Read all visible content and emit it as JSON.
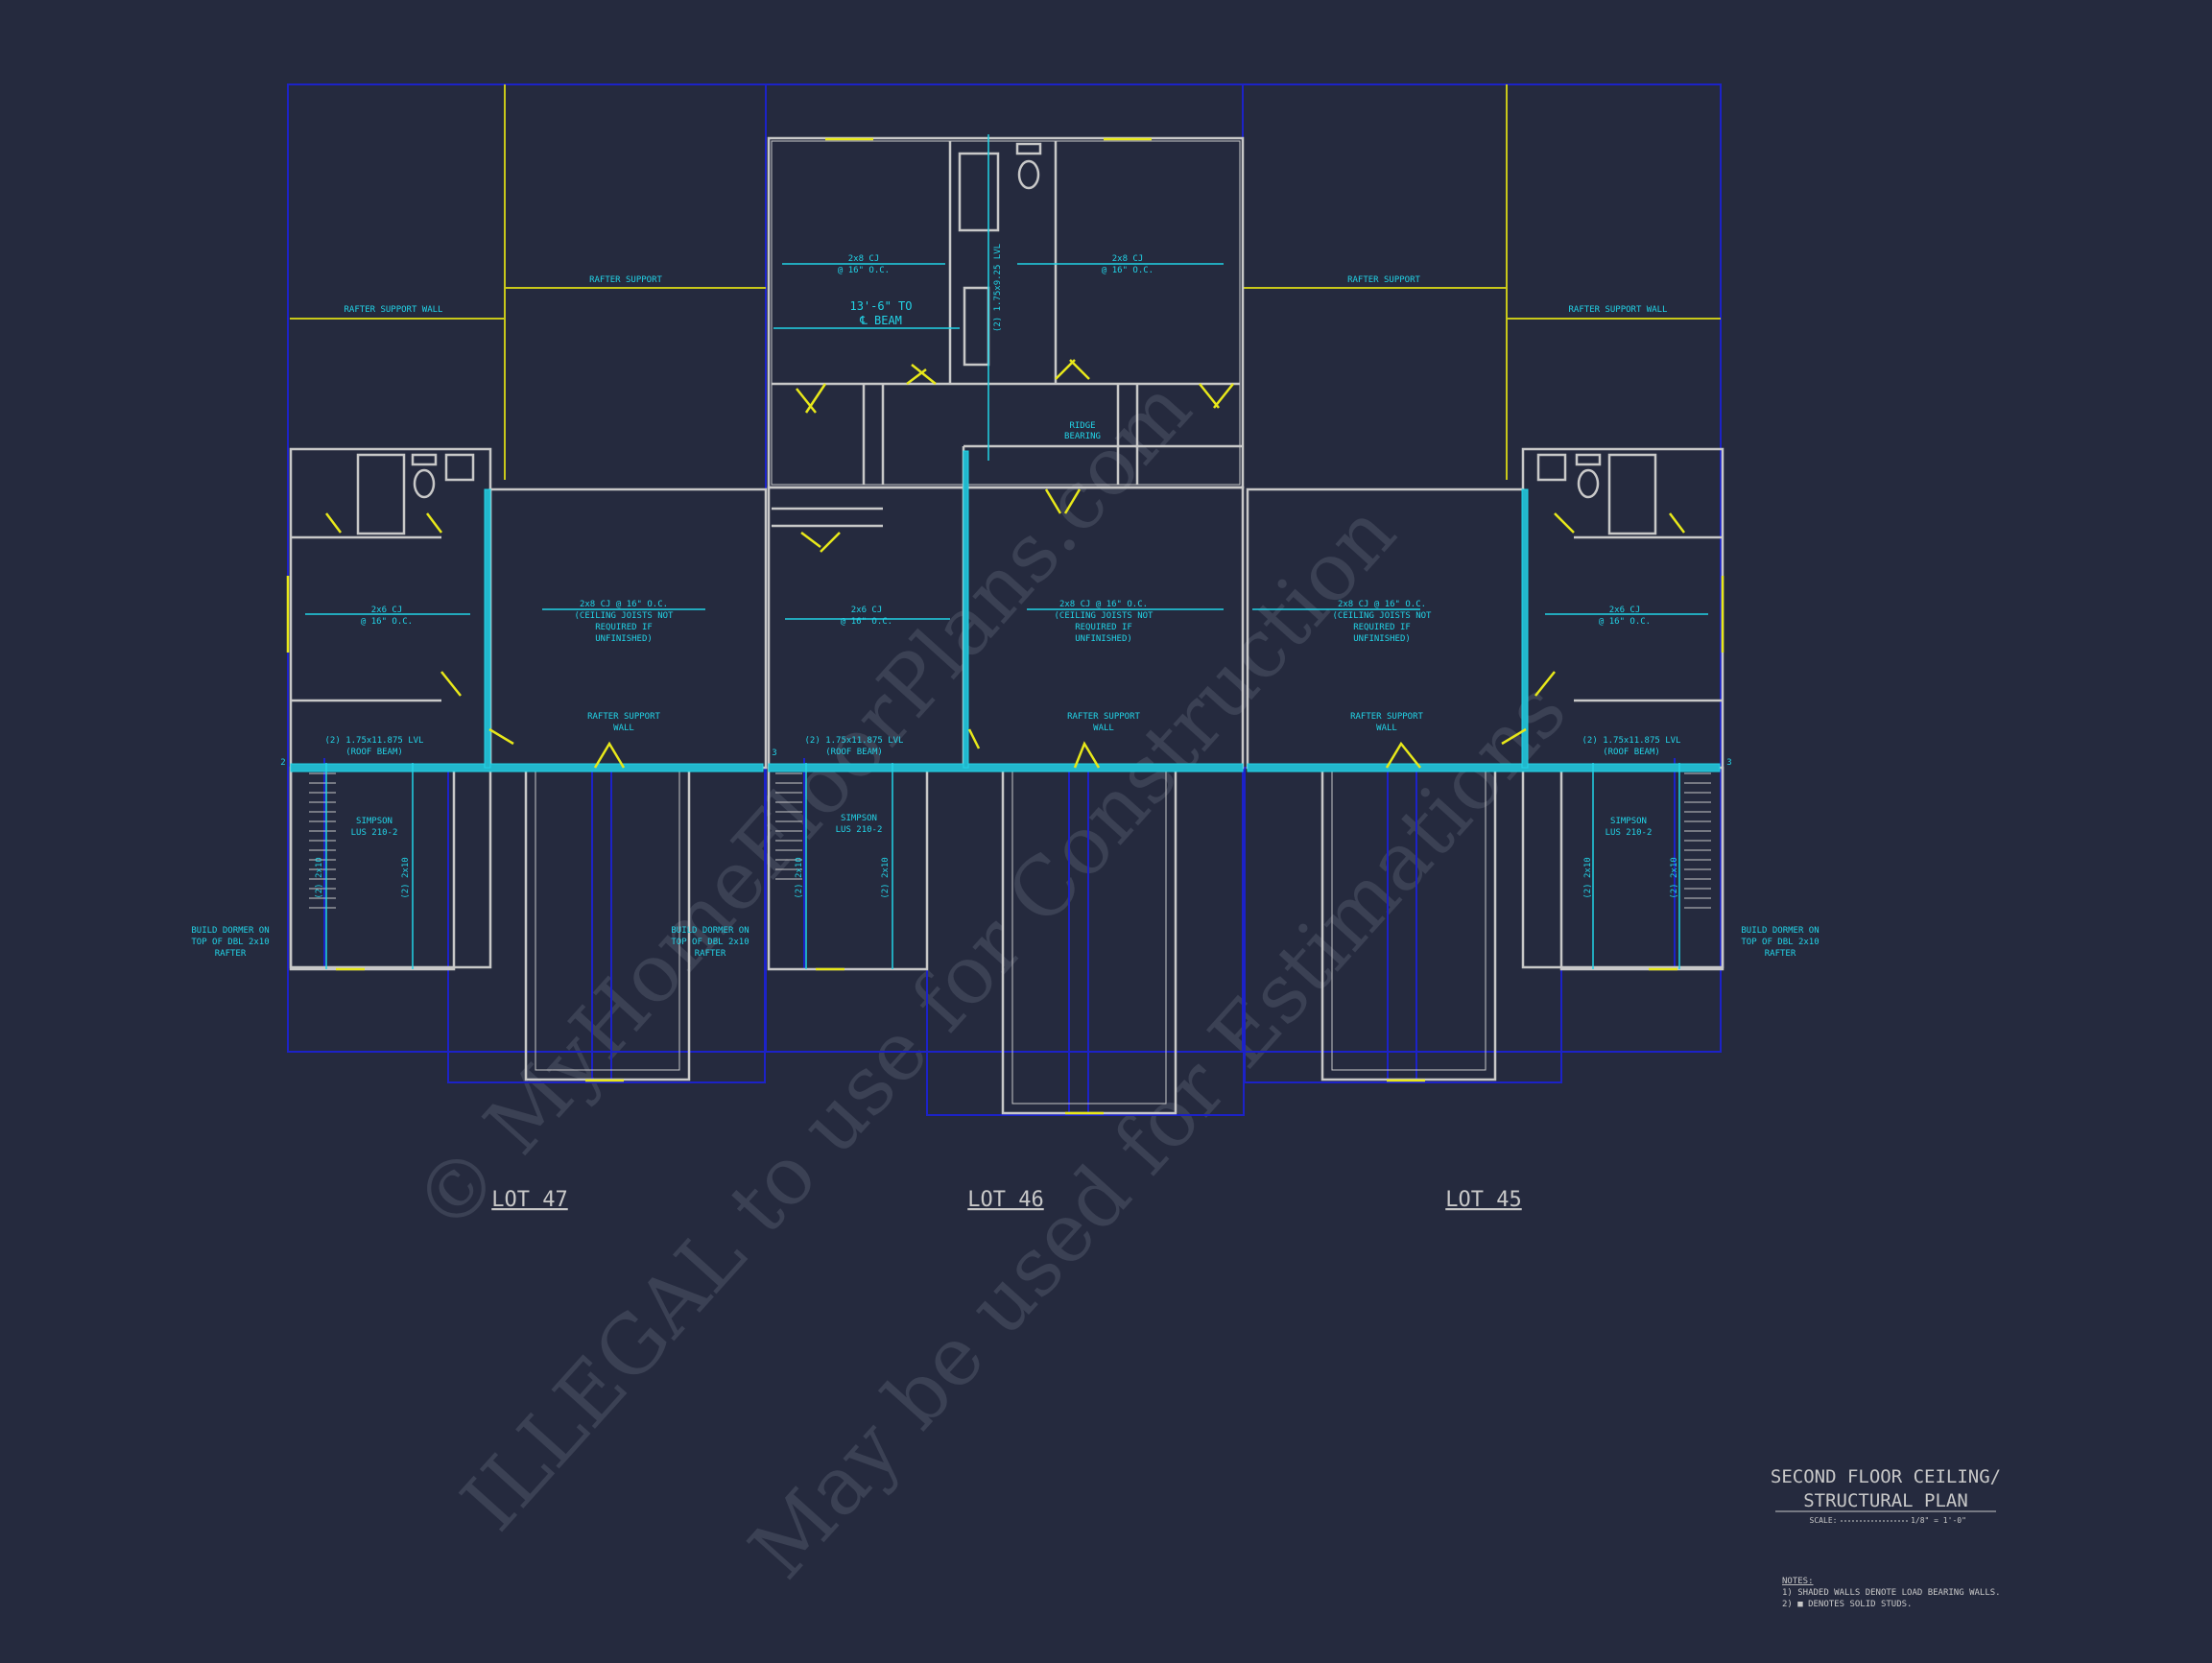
{
  "title_block": {
    "title_line1": "SECOND FLOOR CEILING/",
    "title_line2": "STRUCTURAL PLAN",
    "scale_label": "SCALE:",
    "scale_value": "1/8\" = 1'-0\""
  },
  "notes": {
    "heading": "NOTES:",
    "line1": "1) SHADED WALLS DENOTE LOAD BEARING WALLS.",
    "line2": "2) ■ DENOTES SOLID STUDS."
  },
  "lots": {
    "left": "LOT 47",
    "middle": "LOT 46",
    "right": "LOT 45"
  },
  "watermark": {
    "line1": "© MyHomeFloorPlans.com",
    "line2": "ILLEGAL to use for Construction",
    "line3": "May be used for Estimations"
  },
  "labels": {
    "rafter_support_wall_left": "RAFTER SUPPORT WALL",
    "rafter_support_left": "RAFTER SUPPORT",
    "rafter_support_right": "RAFTER SUPPORT",
    "rafter_support_wall_right": "RAFTER SUPPORT WALL",
    "cj_46_left_1": "2x8 CJ",
    "cj_46_left_2": "@ 16\" O.C.",
    "cj_46_right_1": "2x8 CJ",
    "cj_46_right_2": "@ 16\" O.C.",
    "beam_1": "13'-6\" TO",
    "beam_2": "℄ BEAM",
    "lvl_vertical": "(2) 1.75x9.25 LVL",
    "ridge_1": "RIDGE",
    "ridge_2": "BEARING",
    "cj_47_small_1": "2x6 CJ",
    "cj_47_small_2": "@ 16\" O.C.",
    "cj_47_big_1": "2x8 CJ @ 16\" O.C.",
    "cj_47_big_2": "(CEILING JOISTS NOT",
    "cj_47_big_3": "REQUIRED IF",
    "cj_47_big_4": "UNFINISHED)",
    "cj_46_small_1": "2x6 CJ",
    "cj_46_small_2": "@ 16\" O.C.",
    "cj_46_big_1": "2x8 CJ @ 16\" O.C.",
    "cj_46_big_2": "(CEILING JOISTS NOT",
    "cj_46_big_3": "REQUIRED IF",
    "cj_46_big_4": "UNFINISHED)",
    "cj_45_big_1": "2x8 CJ @ 16\" O.C.",
    "cj_45_big_2": "(CEILING JOISTS NOT",
    "cj_45_big_3": "REQUIRED IF",
    "cj_45_big_4": "UNFINISHED)",
    "cj_45_small_1": "2x6 CJ",
    "cj_45_small_2": "@ 16\" O.C.",
    "rsw_47_1": "RAFTER SUPPORT",
    "rsw_47_2": "WALL",
    "rsw_46_1": "RAFTER SUPPORT",
    "rsw_46_2": "WALL",
    "rsw_45_1": "RAFTER SUPPORT",
    "rsw_45_2": "WALL",
    "lvl_47_1": "(2) 1.75x11.875 LVL",
    "lvl_47_2": "(ROOF BEAM)",
    "lvl_46_1": "(2) 1.75x11.875 LVL",
    "lvl_46_2": "(ROOF BEAM)",
    "lvl_45_1": "(2) 1.75x11.875 LVL",
    "lvl_45_2": "(ROOF BEAM)",
    "simpson_47_1": "SIMPSON",
    "simpson_47_2": "LUS 210-2",
    "simpson_46_1": "SIMPSON",
    "simpson_46_2": "LUS 210-2",
    "simpson_45_1": "SIMPSON",
    "simpson_45_2": "LUS 210-2",
    "dbl_2x10": "(2) 2x10",
    "dormer_47_1": "BUILD DORMER ON",
    "dormer_47_2": "TOP OF DBL 2x10",
    "dormer_47_3": "RAFTER",
    "dormer_46_1": "BUILD DORMER ON",
    "dormer_46_2": "TOP OF DBL 2x10",
    "dormer_46_3": "RAFTER",
    "dormer_45_1": "BUILD DORMER ON",
    "dormer_45_2": "TOP OF DBL 2x10",
    "dormer_45_3": "RAFTER",
    "grid_2": "2",
    "grid_3": "3"
  },
  "colors": {
    "background": "#252a3e",
    "wall": "#c8c8c8",
    "roof_outline": "#1c22c8",
    "annotation": "#22d3e6",
    "door": "#e8e81a",
    "lot_label": "#c8c8c8",
    "watermark": "#3b4154"
  }
}
